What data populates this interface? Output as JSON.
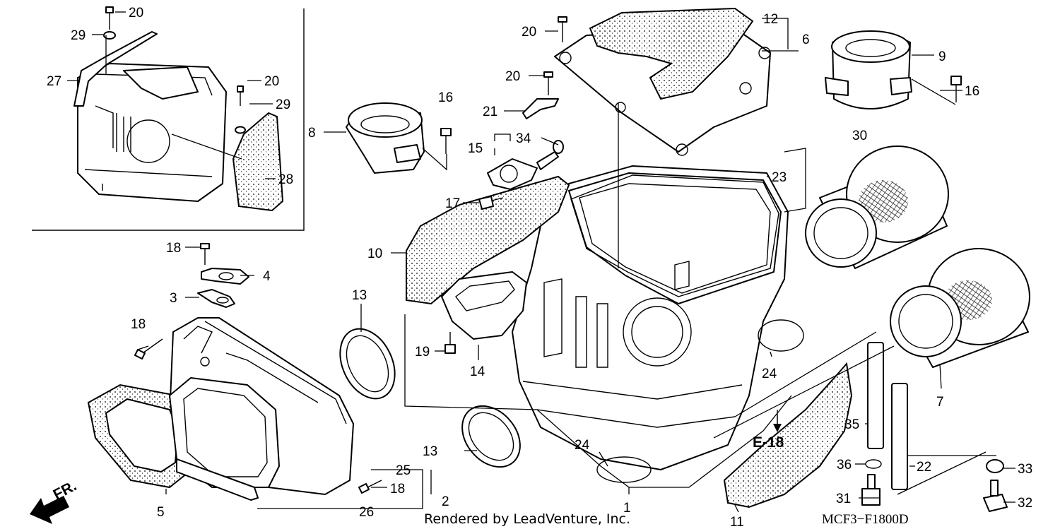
{
  "diagram": {
    "callouts": {
      "c1": "1",
      "c2": "2",
      "c3": "3",
      "c4": "4",
      "c5": "5",
      "c6": "6",
      "c7": "7",
      "c8": "8",
      "c9": "9",
      "c10": "10",
      "c11": "11",
      "c12": "12",
      "c13a": "13",
      "c13b": "13",
      "c14": "14",
      "c15": "15",
      "c16a": "16",
      "c16b": "16",
      "c17": "17",
      "c18a": "18",
      "c18b": "18",
      "c18c": "18",
      "c19": "19",
      "c20a": "20",
      "c20b": "20",
      "c20c": "20",
      "c20d": "20",
      "c21": "21",
      "c22": "22",
      "c23": "23",
      "c24a": "24",
      "c24b": "24",
      "c25": "25",
      "c26": "26",
      "c27": "27",
      "c28": "28",
      "c29a": "29",
      "c29b": "29",
      "c30": "30",
      "c31": "31",
      "c32": "32",
      "c33": "33",
      "c34": "34",
      "c35": "35",
      "c36": "36"
    },
    "reference_code": "E-18",
    "front_indicator": "FR.",
    "diagram_id": "MCF3−F1800D",
    "credit": "Rendered by LeadVenture, Inc."
  }
}
